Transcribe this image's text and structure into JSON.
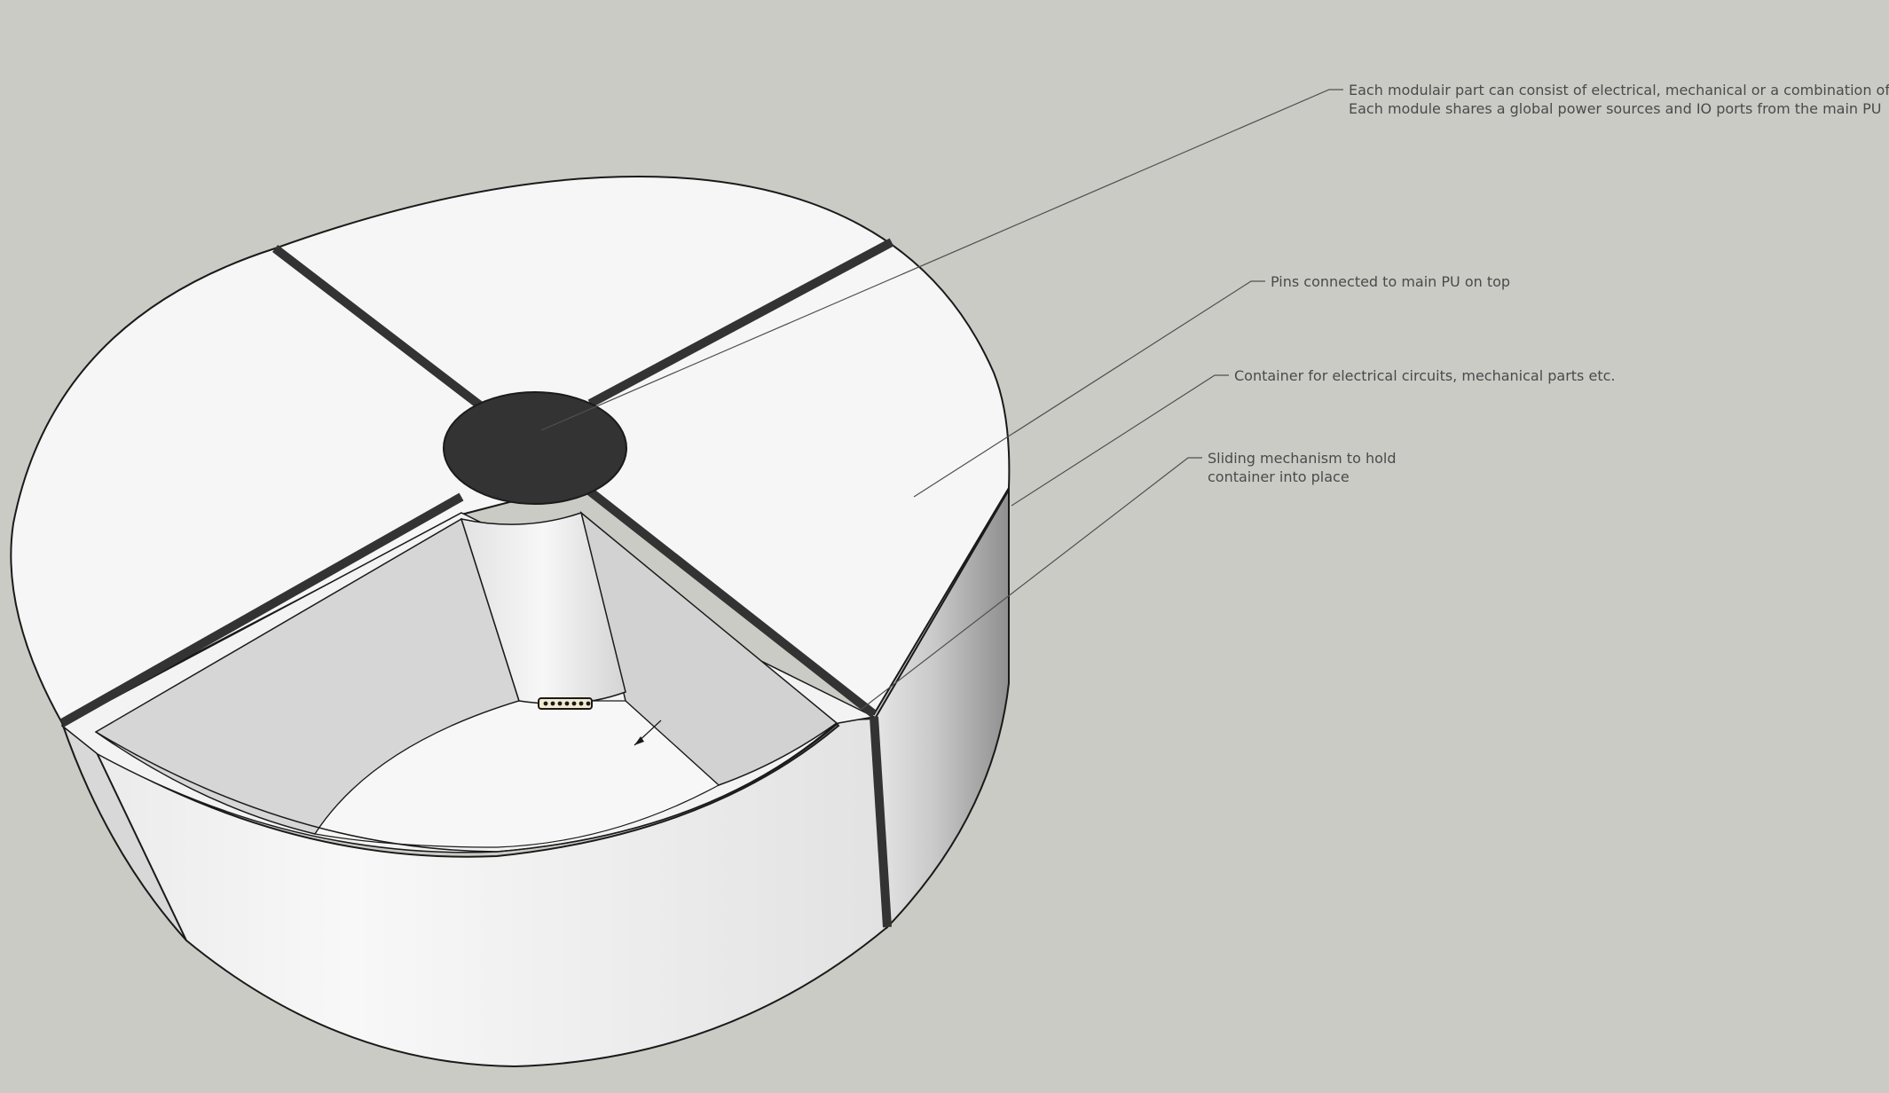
{
  "annotations": [
    {
      "id": "modules",
      "lines": [
        "Each modulair part can consist of electrical, mechanical or a combination of both.",
        "Each module shares a global power sources and IO ports from the main PU"
      ]
    },
    {
      "id": "pins",
      "lines": [
        "Pins connected to main PU on top"
      ]
    },
    {
      "id": "container",
      "lines": [
        "Container for electrical circuits, mechanical parts etc."
      ]
    },
    {
      "id": "sliding",
      "lines": [
        "Sliding mechanism to hold",
        "container into place"
      ]
    }
  ],
  "colors": {
    "background": "#cbcbc6",
    "surface": "#f6f6f6",
    "divider": "#333333",
    "outline": "#1a1a1a",
    "cavity_wall": "#d6d6d6"
  },
  "model": {
    "type": "3d-sketch",
    "modules": 4,
    "center": "main-PU"
  }
}
